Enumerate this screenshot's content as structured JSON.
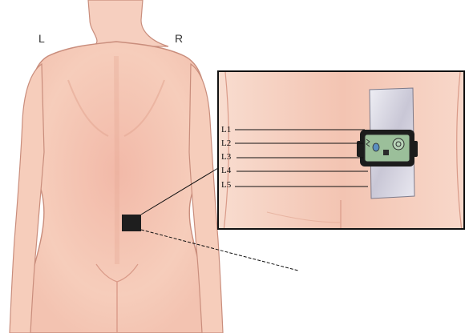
{
  "figure": {
    "orientation": {
      "left": "L",
      "right": "R"
    },
    "vertebrae": [
      {
        "label": "L1"
      },
      {
        "label": "L2"
      },
      {
        "label": "L3"
      },
      {
        "label": "L4"
      },
      {
        "label": "L5"
      }
    ],
    "colors": {
      "skin": "#f5cbb8",
      "skin_shadow": "#e6a896",
      "outline": "#c98d7c",
      "device": "#1c1c1c",
      "device_board": "#9bbf9a",
      "patch": "#d9d8e4",
      "frame": "#111111"
    },
    "icons": [
      "wearable-sensor-icon",
      "adhesive-patch-icon"
    ]
  }
}
